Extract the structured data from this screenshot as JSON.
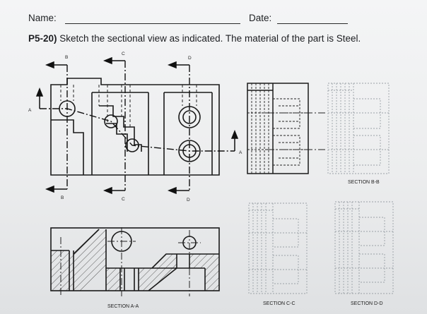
{
  "header": {
    "name_label": "Name:",
    "date_label": "Date:"
  },
  "problem": {
    "number": "P5-20)",
    "text": "Sketch the sectional view as indicated. The material of the part is Steel."
  },
  "cutting_plane_labels": {
    "A": "A",
    "B": "B",
    "C": "C",
    "D": "D"
  },
  "captions": {
    "section_aa": "SECTION A-A",
    "section_bb": "SECTION B-B",
    "section_cc": "SECTION C-C",
    "section_dd": "SECTION D-D"
  }
}
